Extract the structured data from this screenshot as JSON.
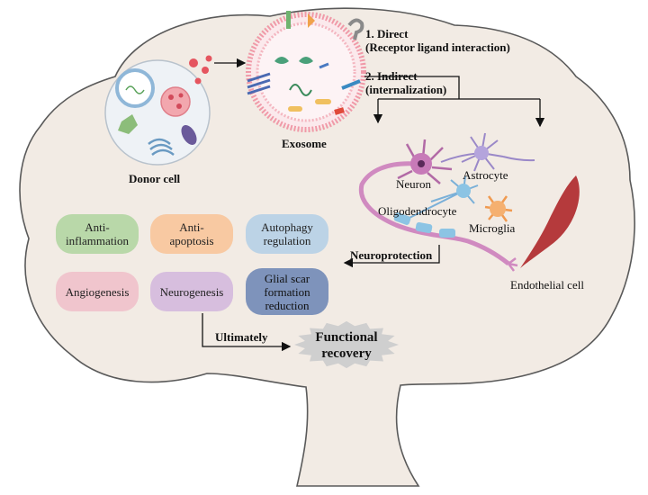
{
  "labels": {
    "direct_line1": "1. Direct",
    "direct_line2": "(Receptor ligand interaction)",
    "indirect_line1": "2. Indirect",
    "indirect_line2": "(internalization)",
    "exosome": "Exosome",
    "donor_cell": "Donor cell",
    "neuron": "Neuron",
    "astrocyte": "Astrocyte",
    "oligodendrocyte": "Oligodendrocyte",
    "microglia": "Microglia",
    "endothelial_cell": "Endothelial cell",
    "neuroprotection": "Neuroprotection",
    "ultimately": "Ultimately",
    "functional_recovery": "Functional\nrecovery"
  },
  "effects": [
    {
      "text": "Anti-\ninflammation",
      "color": "#b9d8a9"
    },
    {
      "text": "Anti-\napoptosis",
      "color": "#f8c9a2"
    },
    {
      "text": "Autophagy\nregulation",
      "color": "#bcd3e6"
    },
    {
      "text": "Angiogenesis",
      "color": "#f0c5cd"
    },
    {
      "text": "Neurogenesis",
      "color": "#d7bede"
    },
    {
      "text": "Glial scar\nformation\nreduction",
      "color": "#7e93bb"
    }
  ],
  "colors": {
    "brain_fill": "#f2ebe4",
    "brain_stroke": "#5a5a5a",
    "star_fill": "#cfcfcf",
    "membrane": "#f09aa8",
    "endothelial": "#b53a3c"
  }
}
